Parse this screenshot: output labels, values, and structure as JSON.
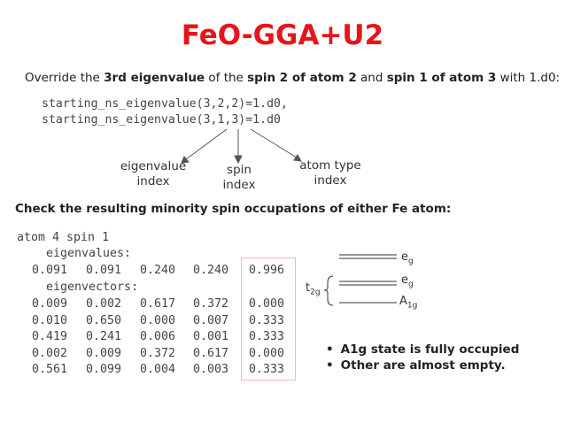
{
  "title": "FeO-GGA+U2",
  "intro": {
    "t1": "Override the ",
    "b1": "3rd eigenvalue",
    "t2": " of the ",
    "b2": "spin 2 of atom 2",
    "t3": " and ",
    "b3": "spin 1 of atom 3",
    "t4": " with 1.d0:"
  },
  "code": [
    "starting_ns_eigenvalue(3,2,2)=1.d0,",
    "starting_ns_eigenvalue(3,1,3)=1.d0"
  ],
  "annotations": {
    "eigenvalue_index": [
      "eigenvalue",
      "index"
    ],
    "spin_index": [
      "spin",
      "index"
    ],
    "atom_type_index": [
      "atom type",
      "index"
    ]
  },
  "check_heading": "Check the resulting minority spin occupations of either Fe atom:",
  "output": {
    "header": "atom    4   spin  1",
    "eigenvalues_label": "eigenvalues:",
    "eigenvalues": [
      "0.091",
      "0.091",
      "0.240",
      "0.240",
      "0.996"
    ],
    "eigenvectors_label": "eigenvectors:",
    "eigenvectors": [
      [
        "0.009",
        "0.002",
        "0.617",
        "0.372",
        "0.000"
      ],
      [
        "0.010",
        "0.650",
        "0.000",
        "0.007",
        "0.333"
      ],
      [
        "0.419",
        "0.241",
        "0.006",
        "0.001",
        "0.333"
      ],
      [
        "0.002",
        "0.009",
        "0.372",
        "0.617",
        "0.000"
      ],
      [
        "0.561",
        "0.099",
        "0.004",
        "0.003",
        "0.333"
      ]
    ]
  },
  "levels": {
    "top": {
      "base": "e",
      "sub": "g"
    },
    "mid": {
      "base": "e",
      "sub": "g"
    },
    "bottom": {
      "base": "A",
      "sub": "1g"
    },
    "group": {
      "base": "t",
      "sub": "2g"
    }
  },
  "bullets": [
    "A1g state is fully occupied",
    "Other are almost empty."
  ],
  "colors": {
    "title": "#e8141b",
    "highlight_box": "#f4b8b8"
  }
}
